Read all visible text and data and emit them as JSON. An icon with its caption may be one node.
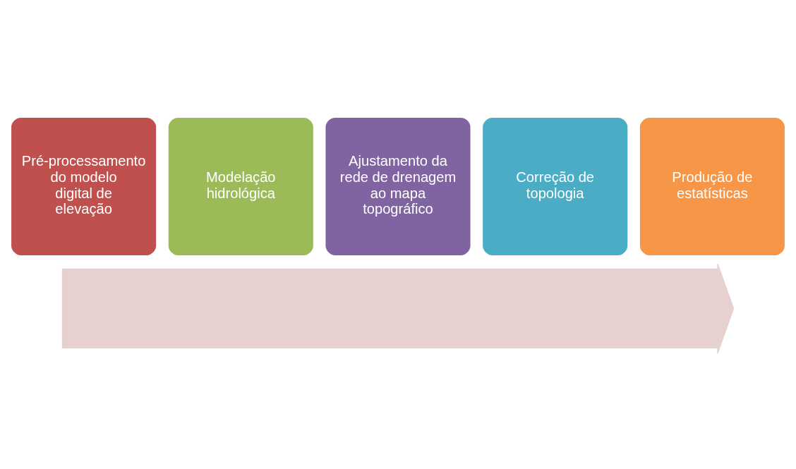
{
  "diagram": {
    "nodes": [
      {
        "text": [],
        "shape": "arrow"
      },
      {
        "text": [
          "Pré-processamento do modelo digital de elevação"
        ]
      },
      {
        "text": [
          "Modelação hidrológica"
        ]
      },
      {
        "text": [
          "Ajustamento da rede de drenagem ao mapa topográfico"
        ]
      },
      {
        "text": [
          "Correção de topologia"
        ]
      },
      {
        "text": [
          "Produção de estatísticas"
        ]
      }
    ]
  }
}
